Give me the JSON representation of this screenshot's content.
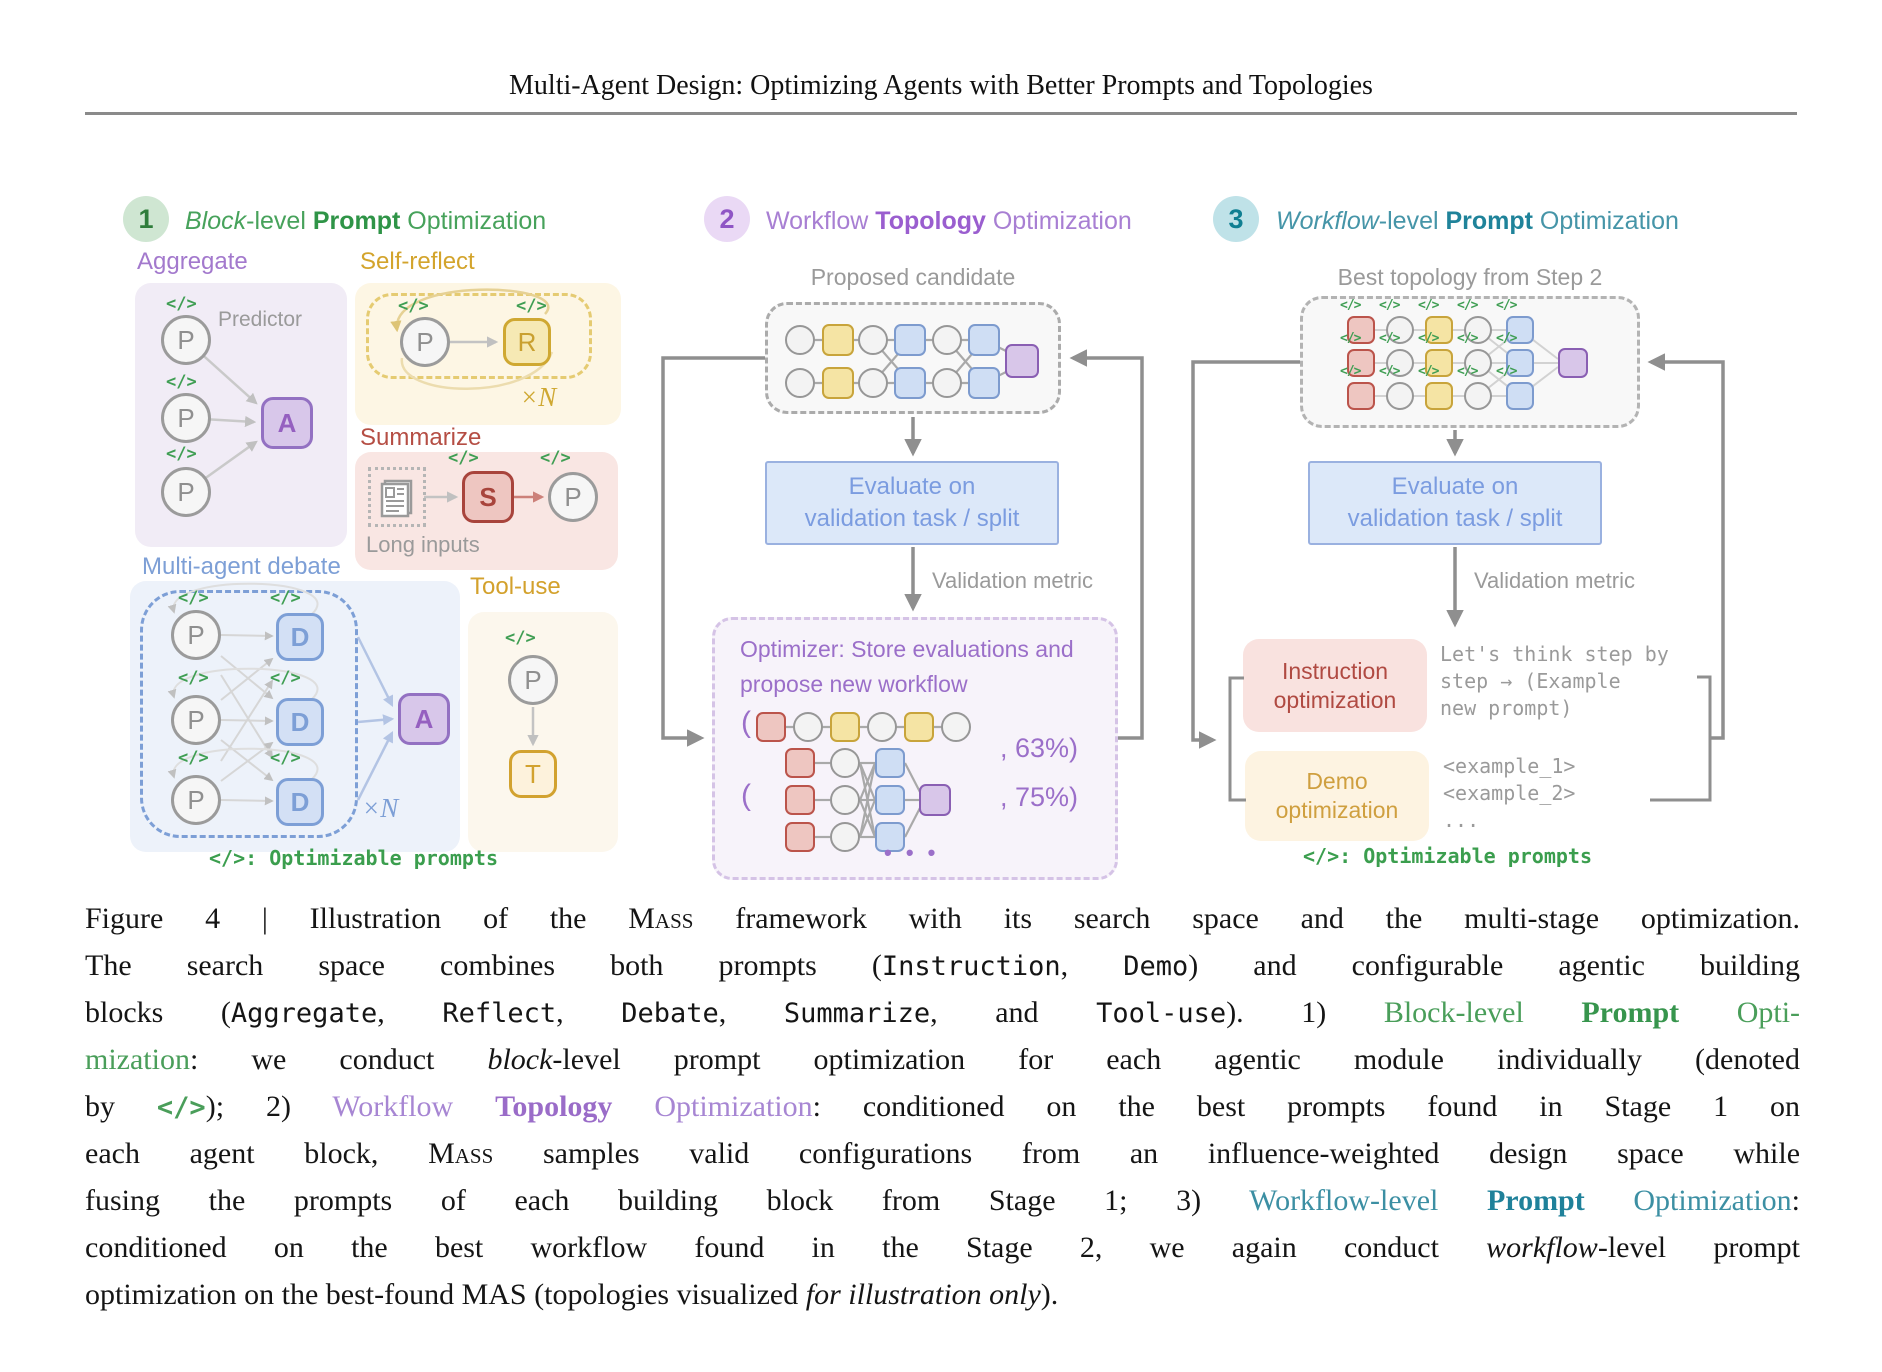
{
  "header": {
    "title": "Multi-Agent Design: Optimizing Agents with Better Prompts and Topologies"
  },
  "icons": {
    "code": "</>"
  },
  "legend": {
    "text": "</>: Optimizable prompts"
  },
  "colors": {
    "green": "#3f9e53",
    "purple": "#9c6fc9",
    "gold": "#d3a42c",
    "red": "#b5493f",
    "blue": "#7d9fd6",
    "teal": "#2b889c"
  },
  "panel1": {
    "num": "1",
    "title": [
      {
        "t": "Block",
        "s": "i"
      },
      {
        "t": "-level "
      },
      {
        "t": "Prompt",
        "s": "b"
      },
      {
        "t": " Optimization"
      }
    ],
    "aggregate": {
      "label": "Aggregate",
      "predictor_label": "Predictor",
      "p": "P",
      "a": "A"
    },
    "self_reflect": {
      "label": "Self-reflect",
      "p": "P",
      "r": "R",
      "repeat": "×N"
    },
    "summarize": {
      "label": "Summarize",
      "long_inputs": "Long inputs",
      "s": "S",
      "p": "P"
    },
    "debate": {
      "label": "Multi-agent debate",
      "p": "P",
      "d": "D",
      "a": "A",
      "repeat": "×N"
    },
    "tool_use": {
      "label": "Tool-use",
      "p": "P",
      "t": "T"
    }
  },
  "panel2": {
    "num": "2",
    "title": [
      {
        "t": "Workflow "
      },
      {
        "t": "Topology",
        "s": "b"
      },
      {
        "t": " Optimization"
      }
    ],
    "candidate_label": "Proposed candidate",
    "evaluate": {
      "line1": "Evaluate on",
      "line2": "validation task / split"
    },
    "validation_metric": "Validation metric",
    "optimizer": {
      "line1": "Optimizer: Store evaluations and",
      "line2": "propose new workflow",
      "paren": "(",
      "result1": ", 63%)",
      "result2": ", 75%)",
      "dots": "• • •"
    }
  },
  "panel3": {
    "num": "3",
    "title": [
      {
        "t": "Workflow",
        "s": "i"
      },
      {
        "t": "-level "
      },
      {
        "t": "Prompt",
        "s": "b"
      },
      {
        "t": " Optimization"
      }
    ],
    "topology_label": "Best topology from Step 2",
    "evaluate": {
      "line1": "Evaluate on",
      "line2": "validation task / split"
    },
    "validation_metric": "Validation metric",
    "instruction": {
      "line1": "Instruction",
      "line2": "optimization"
    },
    "demo": {
      "line1": "Demo",
      "line2": "optimization"
    },
    "instruction_example": [
      "Let's think step by",
      "step → (Example",
      "new prompt)"
    ],
    "demo_example": [
      "<example_1>",
      "<example_2>",
      "..."
    ]
  },
  "caption": {
    "lines": [
      [
        {
          "t": "Figure 4 | Illustration of the "
        },
        {
          "t": "Mass",
          "s": "sc"
        },
        {
          "t": " framework with its search space and the multi-stage optimization."
        }
      ],
      [
        {
          "t": "The search space combines both prompts ("
        },
        {
          "t": "Instruction",
          "s": "m"
        },
        {
          "t": ", "
        },
        {
          "t": "Demo",
          "s": "m"
        },
        {
          "t": ") and configurable agentic building"
        }
      ],
      [
        {
          "t": "blocks ("
        },
        {
          "t": "Aggregate",
          "s": "m"
        },
        {
          "t": ", "
        },
        {
          "t": "Reflect",
          "s": "m"
        },
        {
          "t": ", "
        },
        {
          "t": "Debate",
          "s": "m"
        },
        {
          "t": ", "
        },
        {
          "t": "Summarize",
          "s": "m"
        },
        {
          "t": ", and "
        },
        {
          "t": "Tool-use",
          "s": "m"
        },
        {
          "t": "). 1) "
        },
        {
          "t": "Block-level ",
          "s": "g"
        },
        {
          "t": "Prompt",
          "s": "gb"
        },
        {
          "t": " Opti-",
          "s": "g"
        }
      ],
      [
        {
          "t": "mization",
          "s": "g"
        },
        {
          "t": ": we conduct "
        },
        {
          "t": "block",
          "s": "i"
        },
        {
          "t": "-level prompt optimization for each agentic module individually (denoted"
        }
      ],
      [
        {
          "t": "by "
        },
        {
          "t": "</>",
          "s": "gm"
        },
        {
          "t": "); 2) "
        },
        {
          "t": "Workflow ",
          "s": "p"
        },
        {
          "t": "Topology",
          "s": "pb"
        },
        {
          "t": " Optimization",
          "s": "p"
        },
        {
          "t": ": conditioned on the best prompts found in Stage 1 on"
        }
      ],
      [
        {
          "t": "each agent block, "
        },
        {
          "t": "Mass",
          "s": "sc"
        },
        {
          "t": " samples valid configurations from an influence-weighted design space while"
        }
      ],
      [
        {
          "t": "fusing the prompts of each building block from Stage 1; 3) "
        },
        {
          "t": "Workflow-level ",
          "s": "t"
        },
        {
          "t": "Prompt",
          "s": "tb"
        },
        {
          "t": " Optimization",
          "s": "t"
        },
        {
          "t": ":"
        }
      ],
      [
        {
          "t": "conditioned on the best workflow found in the Stage 2, we again conduct "
        },
        {
          "t": "workflow",
          "s": "i"
        },
        {
          "t": "-level prompt"
        }
      ],
      [
        {
          "t": "optimization on the best-found MAS (topologies visualized "
        },
        {
          "t": "for illustration only",
          "s": "i"
        },
        {
          "t": ")."
        }
      ]
    ]
  }
}
